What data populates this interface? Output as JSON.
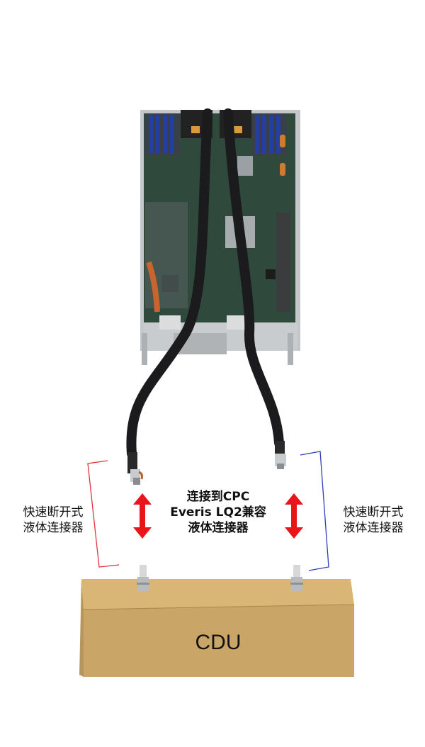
{
  "labels": {
    "left_line1": "快速断开式",
    "left_line2": "液体连接器",
    "center_line1": "连接到CPC",
    "center_line2": "Everis LQ2兼容",
    "center_line3": "液体连接器",
    "right_line1": "快速断开式",
    "right_line2": "液体连接器"
  },
  "cdu": {
    "label": "CDU"
  },
  "colors": {
    "arrow": "#e8161b",
    "bracket_left": "#e0373c",
    "bracket_right": "#2d3fb8",
    "cdu_front": "#c9a668",
    "cdu_top": "#d9b675",
    "cdu_side": "#b8955a",
    "hose": "#1b1b1d",
    "board": "#2f4a3c",
    "chassis": "#b9bcbf"
  }
}
